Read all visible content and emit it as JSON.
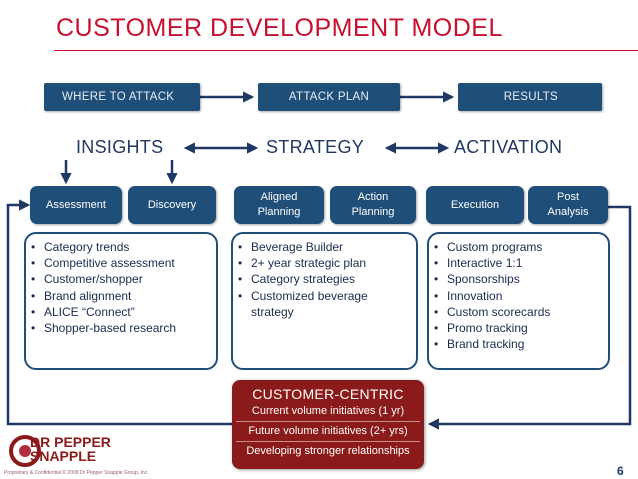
{
  "title": "CUSTOMER DEVELOPMENT MODEL",
  "top_boxes": [
    "WHERE TO ATTACK",
    "ATTACK PLAN",
    "RESULTS"
  ],
  "columns": [
    "INSIGHTS",
    "STRATEGY",
    "ACTIVATION"
  ],
  "subboxes": {
    "assessment": "Assessment",
    "discovery": "Discovery",
    "aligned_1": "Aligned",
    "aligned_2": "Planning",
    "action_1": "Action",
    "action_2": "Planning",
    "execution": "Execution",
    "post_1": "Post",
    "post_2": "Analysis"
  },
  "insights_list": [
    "Category trends",
    "Competitive assessment",
    "Customer/shopper",
    "Brand alignment",
    "ALICE “Connect”",
    "Shopper-based research"
  ],
  "strategy_list": [
    "Beverage Builder",
    "2+ year strategic plan",
    "Category strategies",
    "Customized beverage strategy"
  ],
  "activation_list": [
    "Custom programs",
    "Interactive 1:1",
    "Sponsorships",
    "Innovation",
    "Custom scorecards",
    "Promo tracking",
    "Brand tracking"
  ],
  "customer_centric": {
    "title": "CUSTOMER-CENTRIC",
    "lines": [
      "Current volume initiatives (1 yr)",
      "Future volume initiatives (2+ yrs)",
      "Developing stronger relationships"
    ]
  },
  "logo_text": [
    "DR PEPPER",
    "SNAPPLE"
  ],
  "footer": "Proprietary & Confidential © 2008 Dr Pepper Snapple Group, Inc.",
  "page_number": "6",
  "colors": {
    "title_red": "#c8102e",
    "navy": "#1f4e79",
    "dark_red": "#8b1a1a"
  }
}
